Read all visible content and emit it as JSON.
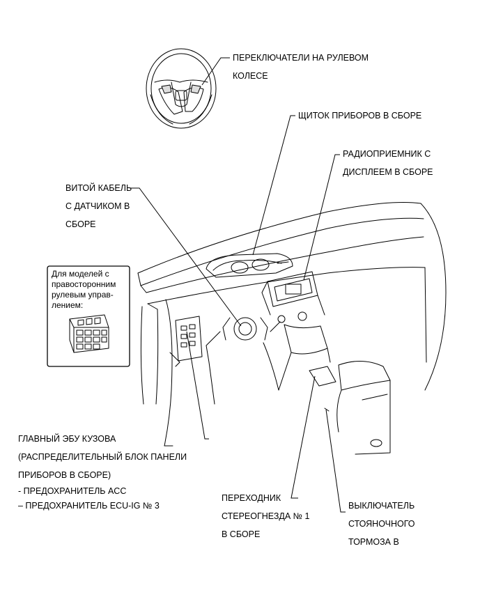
{
  "labels": {
    "steering_switches": [
      "ПЕРЕКЛЮЧАТЕЛИ НА РУЛЕВОМ",
      "КОЛЕСЕ"
    ],
    "combination_meter": [
      "ЩИТОК ПРИБОРОВ В СБОРЕ"
    ],
    "radio_display": [
      "РАДИОПРИЕМНИК С",
      "ДИСПЛЕЕМ В СБОРЕ"
    ],
    "spiral_cable": [
      "ВИТОЙ КАБЕЛЬ",
      "С ДАТЧИКОМ В",
      "СБОРЕ"
    ],
    "body_ecu": [
      "ГЛАВНЫЙ ЭБУ КУЗОВА",
      "(РАСПРЕДЕЛИТЕЛЬНЫЙ БЛОК ПАНЕЛИ",
      "ПРИБОРОВ В СБОРЕ)",
      "- ПРЕДОХРАНИТЕЛЬ ACC",
      "– ПРЕДОХРАНИТЕЛЬ ECU-IG № 3"
    ],
    "stereo_jack": [
      "ПЕРЕХОДНИК",
      "СТЕРЕОГНЕЗДА № 1",
      "В СБОРЕ"
    ],
    "parking_brake": [
      "ВЫКЛЮЧАТЕЛЬ",
      "СТОЯНОЧНОГО",
      "ТОРМОЗА В"
    ]
  },
  "rhd_note": [
    "Для моделей с",
    "правосторонним",
    "рулевым управ-",
    "лением:"
  ]
}
